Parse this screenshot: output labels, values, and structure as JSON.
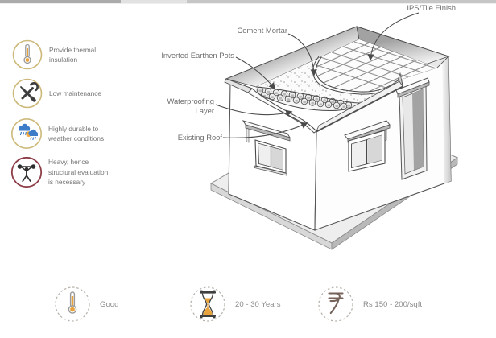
{
  "top_bar": {
    "seg1_color": "#ababab",
    "seg2_color": "#e2e2e2",
    "seg3_color": "#c6c6c6"
  },
  "benefits": {
    "items": [
      {
        "icon": "thermometer-icon",
        "lines": [
          "Provide thermal",
          "insulation"
        ]
      },
      {
        "icon": "tools-icon",
        "lines": [
          "Low maintenance"
        ]
      },
      {
        "icon": "weather-icon",
        "lines": [
          "Highly durable to",
          "weather conditions"
        ]
      },
      {
        "icon": "weightlifter-icon",
        "lines": [
          "Heavy, hence",
          "structural evaluation",
          "is necessary"
        ]
      }
    ]
  },
  "diagram": {
    "labels": {
      "ips": "IPS/Tile FInish",
      "cement": "Cement Mortar",
      "pots": "Inverted Earthen Pots",
      "waterproofing_1": "Waterproofing",
      "waterproofing_2": "Layer",
      "existing": "Existing Roof"
    }
  },
  "stats": {
    "items": [
      {
        "icon": "thermometer-icon",
        "label": "Good"
      },
      {
        "icon": "hourglass-icon",
        "label": "20 - 30 Years"
      },
      {
        "icon": "rupee-icon",
        "label": "Rs 150 - 200/sqft"
      }
    ]
  },
  "colors": {
    "accent_orange": "#E8A33D",
    "circle_khaki": "#CDB97A",
    "circle_maroon": "#8C3D47",
    "cloud_blue": "#3D7CC9",
    "sun_yellow": "#F2A93B",
    "rupee_brown": "#75635A",
    "label_gray": "#6E6E6E",
    "line_dark": "#4A4A4A",
    "text_gray": "#757575"
  }
}
